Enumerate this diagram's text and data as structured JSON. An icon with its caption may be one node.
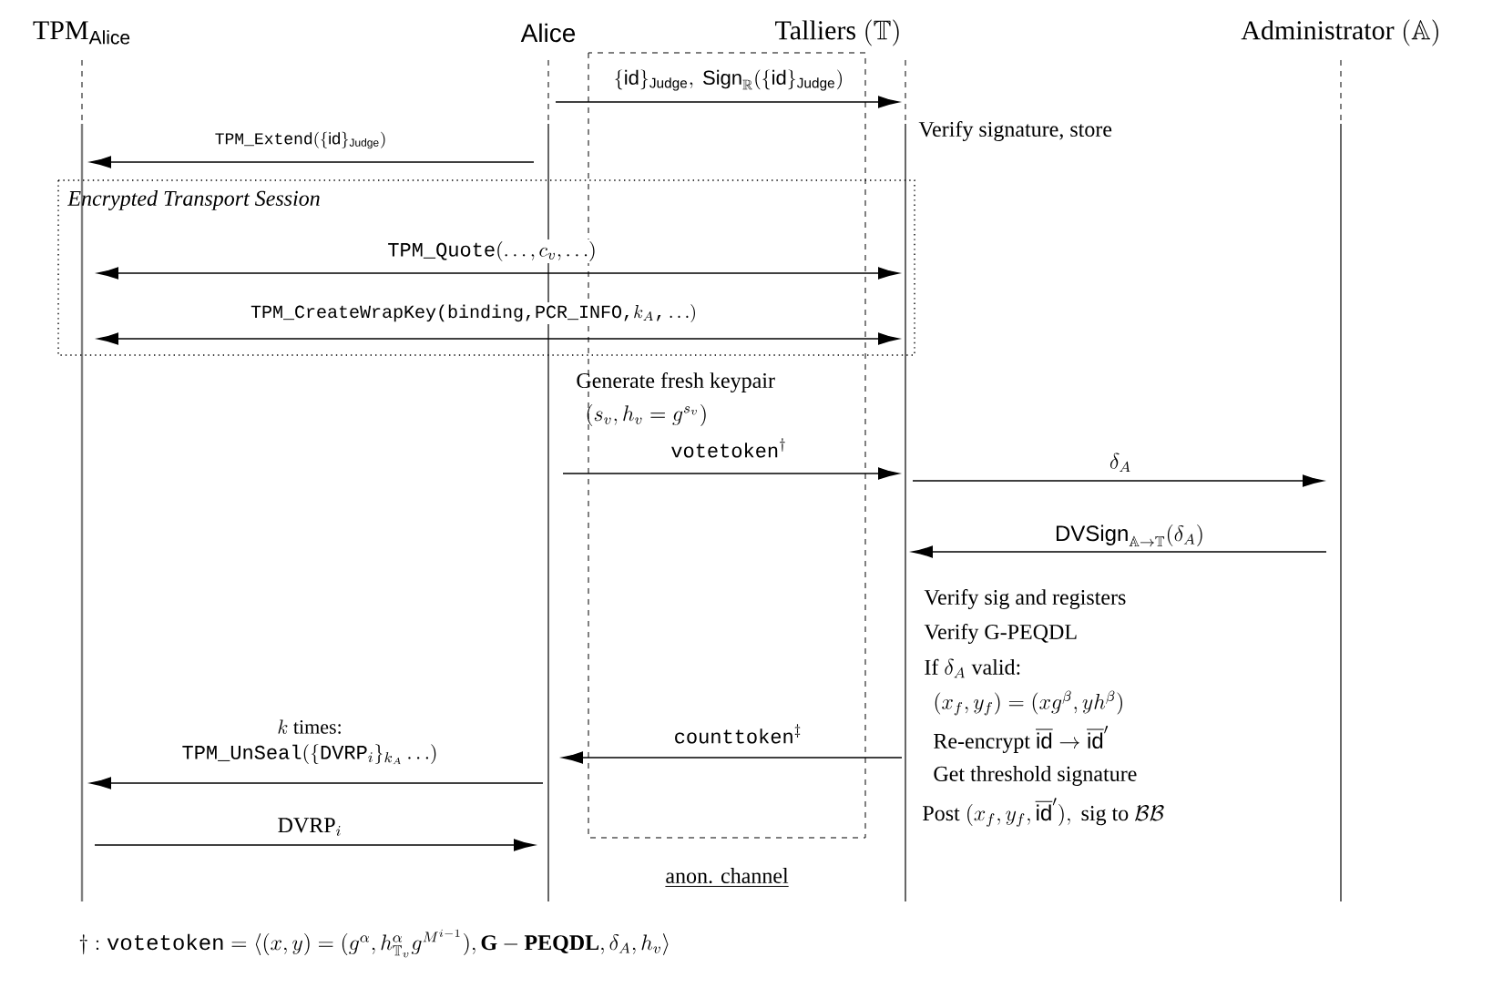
{
  "diagram": {
    "nodes": [
      {
        "text": [],
        "shape": "bar",
        "beside": [
          "\\mathrm{TPM}_{\\mathsf{Alice}}"
        ]
      },
      {
        "text": [],
        "shape": "bar",
        "beside": [
          "Alice"
        ]
      },
      {
        "text": [],
        "shape": "bar",
        "beside": [
          "\\text{Talliers }(\\mathbb{T})"
        ]
      },
      {
        "text": [],
        "shape": "bar",
        "beside": [
          "\\text{Administrator }(\\mathbb{A})"
        ]
      }
    ],
    "edges": [
      {
        "from": 1,
        "to": 2,
        "arrow": "to",
        "label": "\\{\\mathsf{id}\\}_{\\mathsf{Judge}},\\ \\mathsf{Sign}_{\\mathbb{R}}(\\{\\mathsf{id}\\}_{\\mathsf{Judge}})"
      },
      {
        "from": 1,
        "to": 0,
        "arrow": "to",
        "label": "\\texttt{TPM\\_Extend}(\\{\\mathsf{id}\\}_{\\mathsf{Judge}})"
      },
      {
        "from": 0,
        "to": 2,
        "arrow": "both",
        "label": "\\texttt{TPM\\_Quote}(\\ldots,c_v,\\ldots)"
      },
      {
        "from": 0,
        "to": 2,
        "arrow": "both",
        "label": "\\texttt{TPM\\_CreateWrapKey(binding,PCR\\_INFO,}k_A\\texttt{,}\\ldots)"
      },
      {
        "from": 1,
        "to": 2,
        "arrow": "to",
        "label": "\\texttt{votetoken}^{\\dagger}"
      },
      {
        "from": 2,
        "to": 3,
        "arrow": "to",
        "label": "\\delta_A"
      },
      {
        "from": 3,
        "to": 2,
        "arrow": "to",
        "label": "\\mathsf{DVSign}_{\\mathbb{A}\\rightarrow\\mathbb{T}}(\\delta_A)"
      },
      {
        "from": 2,
        "to": 1,
        "arrow": "to",
        "label": "\\texttt{counttoken}^{\\ddagger}"
      },
      {
        "from": 1,
        "to": 0,
        "arrow": "to",
        "label": "\\begin{array}{c}k\\text{ times:}\\\\ \\texttt{TPM\\_UnSeal}(\\{\\texttt{DVRP}_i\\}_{k_A}\\ldots)\\end{array}"
      },
      {
        "from": 0,
        "to": 1,
        "arrow": "to",
        "label": "\\mathrm{DVRP}_i"
      }
    ],
    "labels": [
      "Verify signature, store",
      "Encrypted Transport Session",
      "Generate fresh keypair",
      "(s_v,h_v=g^{s_v})",
      "Verify sig and registers",
      "Verify G-PEQDL",
      "\\text{If }\\delta_A\\text{ valid:}",
      "(x_f,y_f)=(xg^{\\beta},yh^{\\beta})",
      "\\text{Re-encrypt }\\overline{\\mathsf{id}}\\rightarrow\\overline{\\mathsf{id}}'",
      "Get threshold signature",
      "\\text{Post }(x_f,y_f,\\overline{\\mathsf{id}}'),\\text{ sig to }\\mathcal{BB}",
      "anon. channel",
      "\\dagger:\\texttt{votetoken}=\\langle(x,y)=(g^{\\alpha},h^{\\alpha}_{\\mathbb{T}_v}g^{M^{i-1}}),\\mathbf{G-PEQDL},\\delta_A,h_v\\rangle"
    ]
  }
}
